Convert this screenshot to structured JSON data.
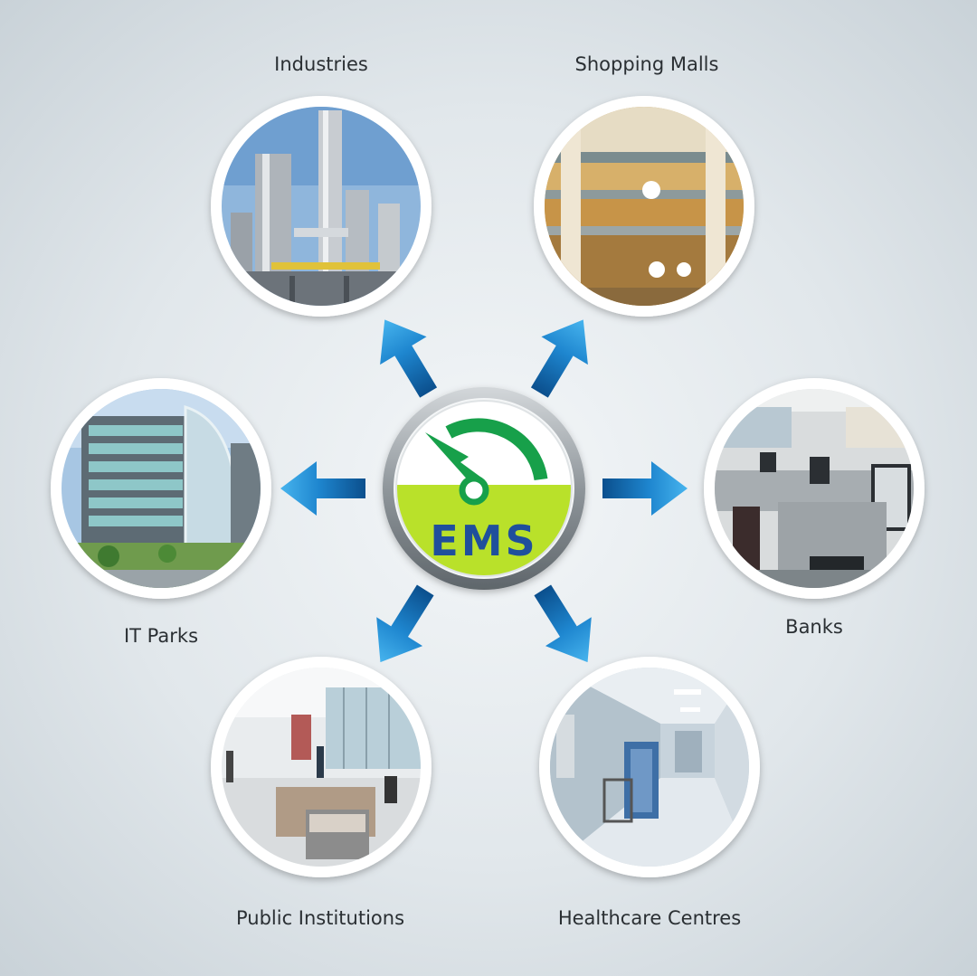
{
  "center": {
    "logo_text": "EMS",
    "colors": {
      "green_dark": "#17a04a",
      "green_light": "#b9e12a",
      "blue": "#1f4f9c",
      "ring": "#8f969b"
    }
  },
  "nodes": [
    {
      "id": "industries",
      "label": "Industries",
      "scene": "refinery"
    },
    {
      "id": "shopping-malls",
      "label": "Shopping Malls",
      "scene": "mall"
    },
    {
      "id": "banks",
      "label": "Banks",
      "scene": "office"
    },
    {
      "id": "healthcare-centres",
      "label": "Healthcare Centres",
      "scene": "hospital"
    },
    {
      "id": "public-institutions",
      "label": "Public Institutions",
      "scene": "lobby"
    },
    {
      "id": "it-parks",
      "label": "IT Parks",
      "scene": "building"
    }
  ],
  "arrow_color": "#1e86cf"
}
